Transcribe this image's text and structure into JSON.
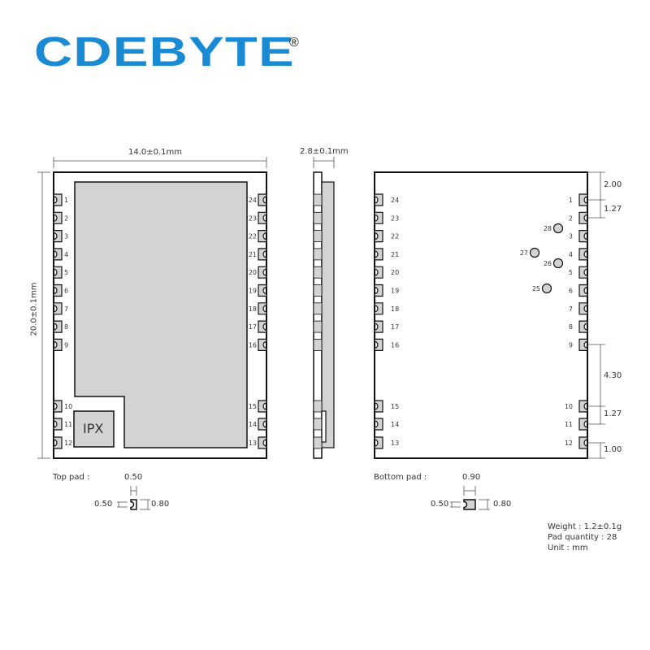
{
  "brand": {
    "name": "CDEBYTE",
    "registered_mark": "®",
    "color": "#1a8ad4"
  },
  "top_view": {
    "width_label": "14.0±0.1mm",
    "height_label": "20.0±0.1mm",
    "left_pins": [
      "1",
      "2",
      "3",
      "4",
      "5",
      "6",
      "7",
      "8",
      "9",
      "10",
      "11",
      "12"
    ],
    "right_pins": [
      "24",
      "23",
      "22",
      "21",
      "20",
      "19",
      "18",
      "17",
      "16",
      "15",
      "14",
      "13"
    ],
    "antenna_label": "IPX",
    "shield_color": "#d3d3d3"
  },
  "side_view": {
    "thickness_label": "2.8±0.1mm"
  },
  "bottom_view": {
    "left_pins": [
      "24",
      "23",
      "22",
      "21",
      "20",
      "19",
      "18",
      "17",
      "16",
      "15",
      "14",
      "13"
    ],
    "right_pins": [
      "1",
      "2",
      "3",
      "4",
      "5",
      "6",
      "7",
      "8",
      "9",
      "10",
      "11",
      "12"
    ],
    "center_pads": [
      "28",
      "27",
      "26",
      "25"
    ],
    "dimensions": {
      "top_margin": "2.00",
      "pitch_top": "1.27",
      "gap": "4.30",
      "pitch_bottom": "1.27",
      "bottom_margin": "1.00"
    }
  },
  "top_pad": {
    "label": "Top pad :",
    "width": "0.50",
    "radius": "0.50",
    "height": "0.80"
  },
  "bottom_pad": {
    "label": "Bottom pad :",
    "width": "0.90",
    "radius": "0.50",
    "height": "0.80"
  },
  "specs": {
    "weight": "Weight : 1.2±0.1g",
    "pad_quantity": "Pad quantity : 28",
    "unit": "Unit : mm"
  }
}
